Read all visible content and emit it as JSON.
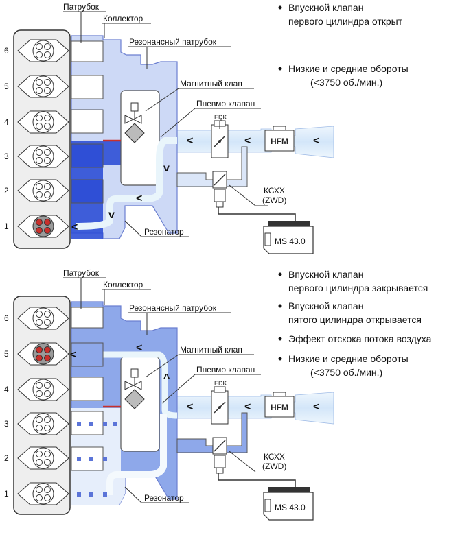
{
  "labels": {
    "patrubok": "Патрубок",
    "kollektor": "Коллектор",
    "rezonansny": "Резонансный патрубок",
    "magnitny": "Магнитный клап",
    "pnevmo": "Пневмо клапан",
    "rezonator": "Резонатор",
    "edk": "EDK",
    "hfm": "HFM",
    "kshh": "КСХХ",
    "zwd": "(ZWD)",
    "ms": "MS 43.0"
  },
  "cylinders": [
    "6",
    "5",
    "4",
    "3",
    "2",
    "1"
  ],
  "arrow_symbols": {
    "left": "<",
    "down": "v",
    "up": "^"
  },
  "top_notes": [
    {
      "line1": "Впускной клапан",
      "line2": "первого цилиндра открыт"
    },
    {
      "line1": "Низкие и средние обороты",
      "line2": "(<3750 об./мин.)"
    }
  ],
  "bottom_notes": [
    {
      "line1": "Впускной клапан",
      "line2": "первого цилиндра закрывается"
    },
    {
      "line1": "Впускной клапан",
      "line2": "пятого цилиндра открывается"
    },
    {
      "line1": "Эффект отскока потока воздуха",
      "line2": ""
    },
    {
      "line1": "Низкие и средние обороты",
      "line2": "(<3750 об./мин.)"
    }
  ],
  "colors": {
    "manifold_light": "#cfdcf7",
    "manifold_mid": "#8ea8ea",
    "flow_dark": "#2f4fd6",
    "flow_light": "#e6f3fb",
    "active_valve": "#c8302c",
    "inactive_valve": "#ffffff",
    "engine_fill": "#eeeeee"
  },
  "active_cylinder_top": "1",
  "active_cylinder_bottom": "5"
}
